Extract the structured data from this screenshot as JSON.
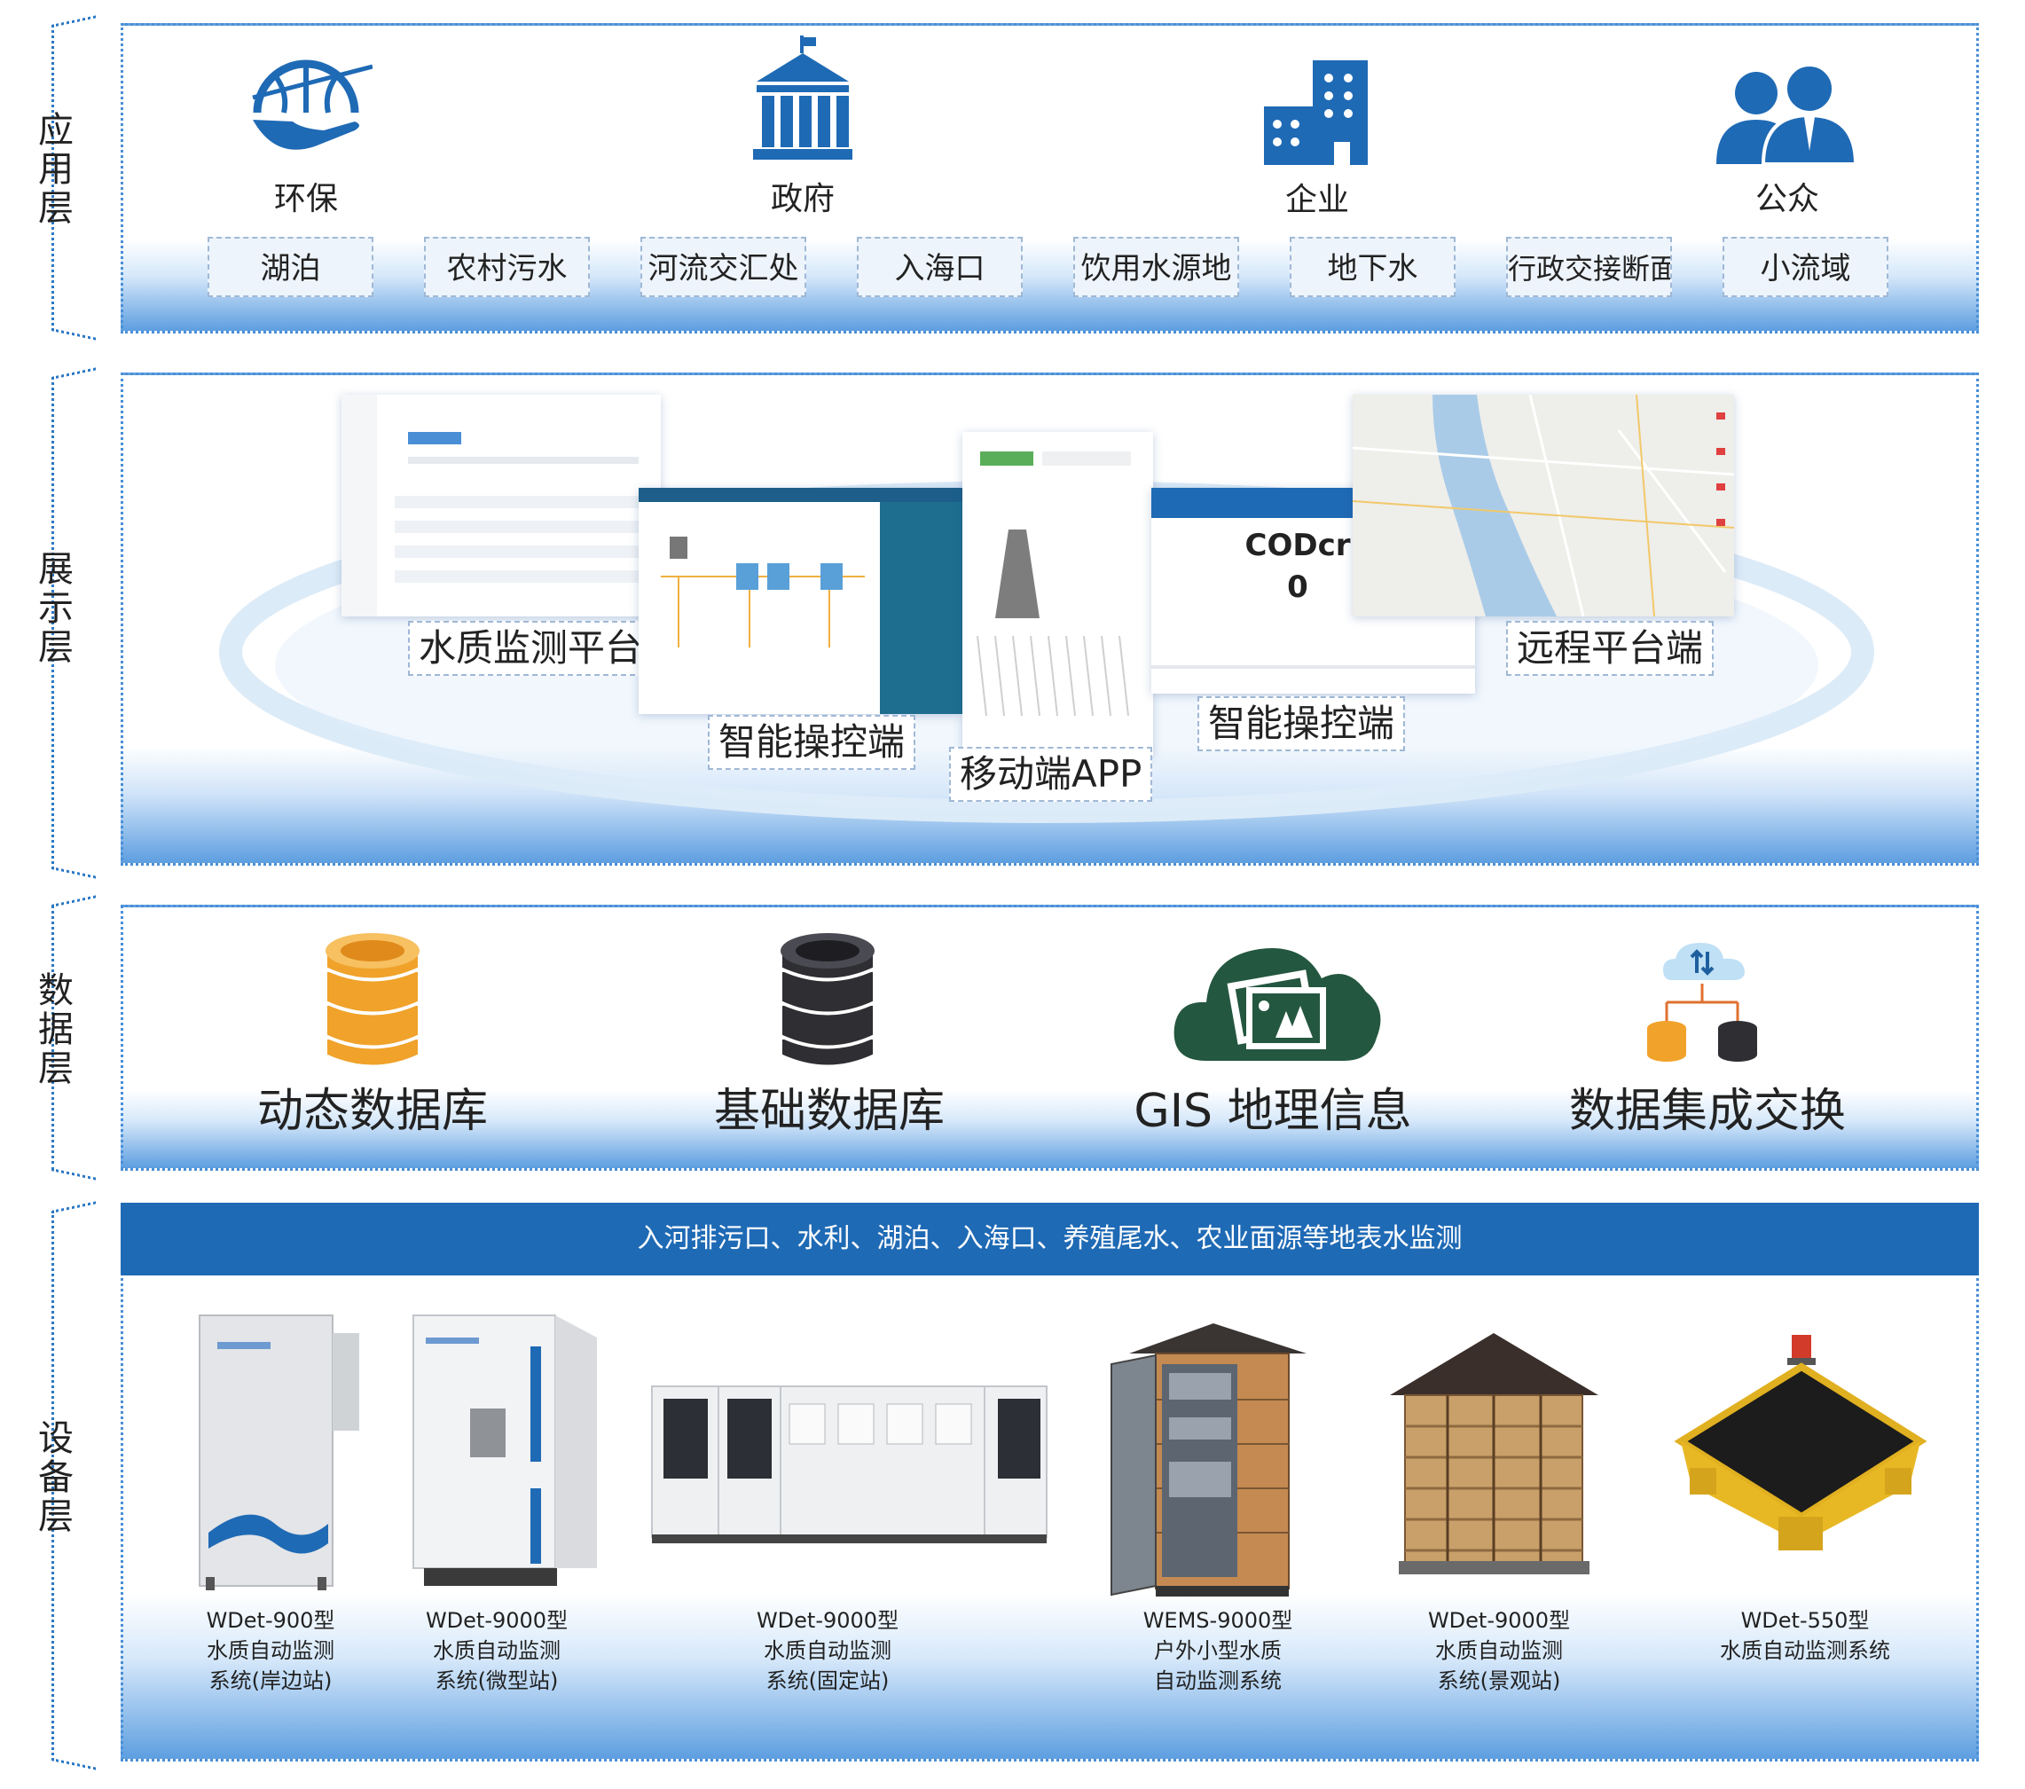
{
  "layers": {
    "app": "应用层",
    "display": "展示层",
    "data": "数据层",
    "device": "设备层"
  },
  "application": {
    "users": [
      "环保",
      "政府",
      "企业",
      "公众"
    ],
    "scenarios": [
      "湖泊",
      "农村污水",
      "河流交汇处",
      "入海口",
      "饮用水源地",
      "地下水",
      "行政交接断面",
      "小流域"
    ]
  },
  "display": {
    "terminals": [
      "水质监测平台",
      "智能操控端",
      "移动端APP",
      "智能操控端",
      "远程平台端"
    ],
    "screen_text": {
      "codcr_title": "CODcr",
      "codcr_value": "0"
    }
  },
  "data_layer": {
    "items": [
      "动态数据库",
      "基础数据库",
      "GIS 地理信息",
      "数据集成交换"
    ]
  },
  "device_layer": {
    "banner": "入河排污口、水利、湖泊、入海口、养殖尾水、农业面源等地表水监测",
    "devices": [
      [
        "WDet-900型",
        "水质自动监测",
        "系统(岸边站)"
      ],
      [
        "WDet-9000型",
        "水质自动监测",
        "系统(微型站)"
      ],
      [
        "WDet-9000型",
        "水质自动监测",
        "系统(固定站)"
      ],
      [
        "WEMS-9000型",
        "户外小型水质",
        "自动监测系统"
      ],
      [
        "WDet-9000型",
        "水质自动监测",
        "系统(景观站)"
      ],
      [
        "WDet-550型",
        "水质自动监测系统",
        ""
      ]
    ]
  },
  "colors": {
    "primary_blue": "#1f6ab5",
    "icon_blue": "#1f6ab5",
    "db_orange": "#f0a22a",
    "db_dark": "#2e2e33",
    "gis_green": "#24573f"
  }
}
